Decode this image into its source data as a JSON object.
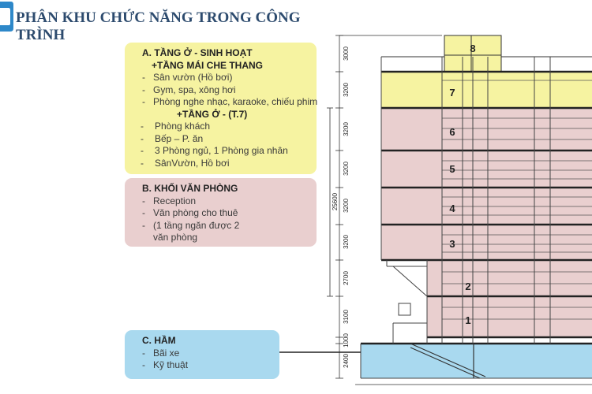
{
  "title": "PHÂN KHU CHỨC NĂNG TRONG CÔNG TRÌNH",
  "box_a": {
    "heading": "A.  TẦNG Ở - SINH HOẠT",
    "sub_heading": "+TẦNG MÁI CHE THANG",
    "items_1": [
      "Sân vườn (Hồ bơi)",
      "Gym, spa, xông hơi",
      "Phòng nghe nhạc, karaoke, chiếu phim"
    ],
    "sub_heading_2": "+TẦNG Ở - (T.7)",
    "items_2": [
      "Phòng khách",
      "Bếp – P. ăn",
      "3 Phòng ngủ, 1 Phòng gia nhân",
      "SânVườn, Hồ bơi"
    ]
  },
  "box_b": {
    "heading": "B. KHỐI VĂN PHÒNG",
    "items": [
      "Reception",
      "Văn phòng cho thuê",
      "(1 tầng ngăn được 2",
      "văn phòng"
    ]
  },
  "box_c": {
    "heading": "C. HẦM",
    "items": [
      "Bãi xe",
      "Kỹ thuật"
    ]
  },
  "floors": [
    "8",
    "7",
    "6",
    "5",
    "4",
    "3",
    "2",
    "1"
  ],
  "dimensions": {
    "floor_heights": [
      "3000",
      "3200",
      "3200",
      "3200",
      "3200",
      "3200",
      "2700",
      "3100",
      "1000",
      "2400"
    ],
    "total_height": "25600"
  },
  "colors": {
    "title": "#2d4b6e",
    "yellow_zone": "#f6f3a1",
    "pink_zone": "#e9cfcf",
    "blue_zone": "#a9d9ef"
  }
}
